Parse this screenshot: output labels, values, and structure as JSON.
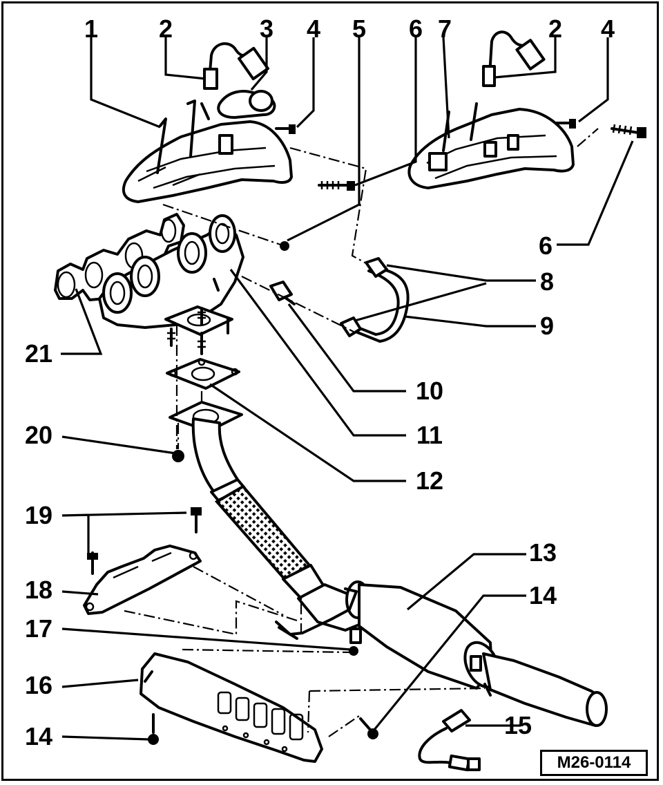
{
  "callouts": [
    "1",
    "2",
    "3",
    "4",
    "5",
    "6",
    "7",
    "2",
    "4",
    "6",
    "8",
    "9",
    "10",
    "11",
    "12",
    "13",
    "14",
    "15",
    "14",
    "16",
    "17",
    "18",
    "19",
    "20",
    "21"
  ],
  "reference_code": "M26-0114"
}
